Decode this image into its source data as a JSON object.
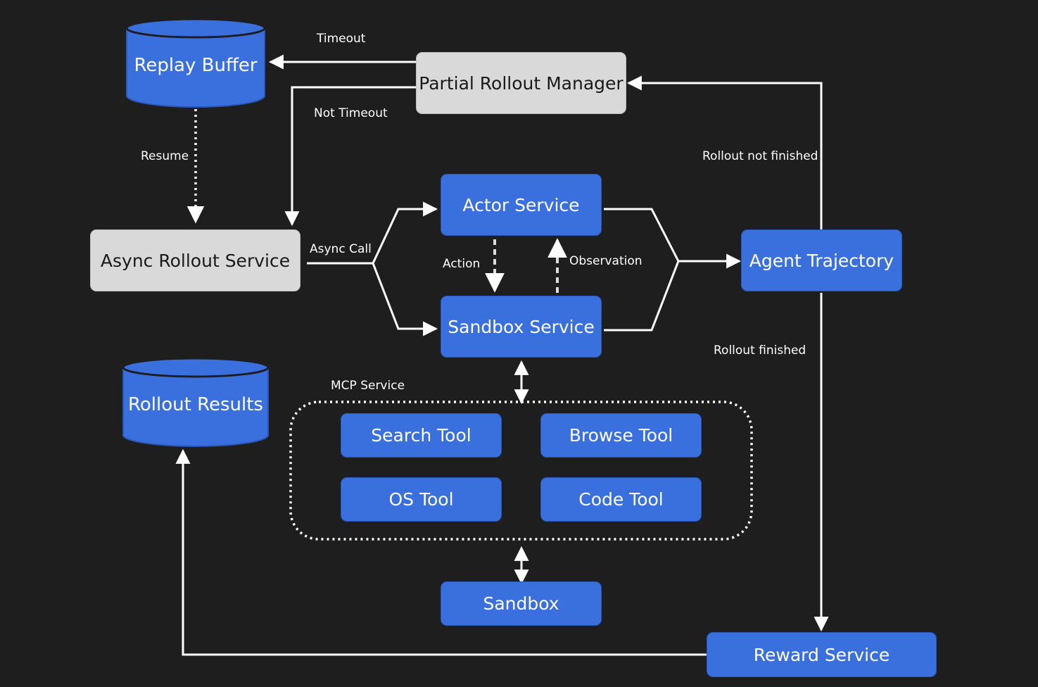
{
  "nodes": {
    "replay_buffer": "Replay Buffer",
    "partial_rollout_manager": "Partial Rollout Manager",
    "async_rollout_service": "Async Rollout Service",
    "actor_service": "Actor Service",
    "sandbox_service": "Sandbox Service",
    "agent_trajectory": "Agent Trajectory",
    "rollout_results": "Rollout Results",
    "search_tool": "Search Tool",
    "browse_tool": "Browse Tool",
    "os_tool": "OS Tool",
    "code_tool": "Code Tool",
    "sandbox": "Sandbox",
    "reward_service": "Reward Service"
  },
  "edge_labels": {
    "timeout": "Timeout",
    "not_timeout": "Not Timeout",
    "resume": "Resume",
    "rollout_not_finished": "Rollout not finished",
    "async_call": "Async Call",
    "action": "Action",
    "observation": "Observation",
    "rollout_finished": "Rollout finished",
    "mcp_service": "MCP Service"
  },
  "colors": {
    "background": "#1e1e1f",
    "node_blue": "#3a70de",
    "node_gray": "#d9d9d9",
    "line": "#ffffff"
  }
}
